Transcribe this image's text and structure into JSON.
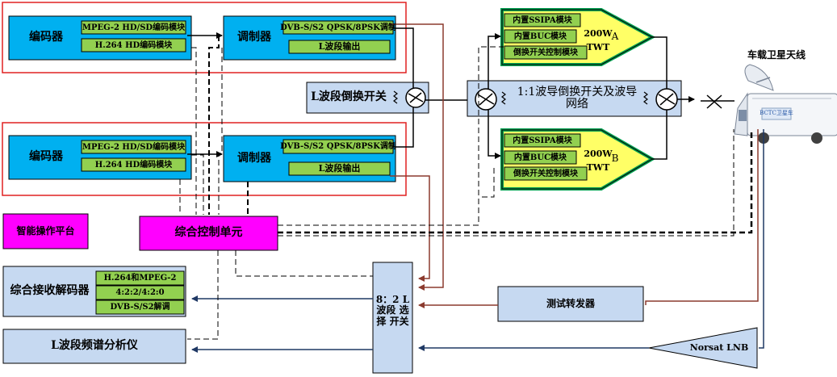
{
  "group1": {
    "encoder": "编码器",
    "mpeg_module": "MPEG-2 HD/SD编码模块",
    "h264_module": "H.264 HD编码模块",
    "modulator": "调制器",
    "dvb_mod": "DVB-S/S2 QPSK/8PSK调制",
    "lband_out": "L波段输出"
  },
  "group2": {
    "encoder": "编码器",
    "mpeg_module": "MPEG-2 HD/SD编码模块",
    "h264_module": "H.264 HD编码模块",
    "modulator": "调制器",
    "dvb_mod": "DVB-S/S2 QPSK/8PSK调制",
    "lband_out": "L波段输出"
  },
  "amp_a": {
    "ssipa": "内置SSIPA模块",
    "buc": "内置BUC模块",
    "switch_ctrl": "倒换开关控制模块",
    "power": "200W",
    "twt": "TWT",
    "letter": "A"
  },
  "amp_b": {
    "ssipa": "内置SSIPA模块",
    "buc": "内置BUC模块",
    "switch_ctrl": "倒换开关控制模块",
    "power": "200W",
    "twt": "TWT",
    "letter": "B"
  },
  "lband_switch": "L波段倒换开关",
  "waveguide_switch": "1:1波导倒换开关及波导网络",
  "antenna_label": "车载卫星天线",
  "van_logo": "BCTC卫星车",
  "smart_platform": "智能操作平台",
  "control_unit": "综合控制单元",
  "decoder": {
    "title": "综合接收解码器",
    "items": [
      "H.264和MPEG-2",
      "4:2:2/4:2:0",
      "DVB-S/S2解调"
    ]
  },
  "spectrum_analyzer": "L波段频谱分析仪",
  "lband_select": "8：2 L波段 选择 开关",
  "test_transponder": "测试转发器",
  "lnb": "Norsat LNB",
  "colors": {
    "cyan": "#00B0F0",
    "green": "#92D050",
    "light_blue": "#C6D9F1",
    "magenta": "#FF00FF",
    "yellow": "#FFFF66",
    "red_border": "#E02020",
    "brown_line": "#8B3A2E",
    "navy_line": "#1F3864"
  }
}
